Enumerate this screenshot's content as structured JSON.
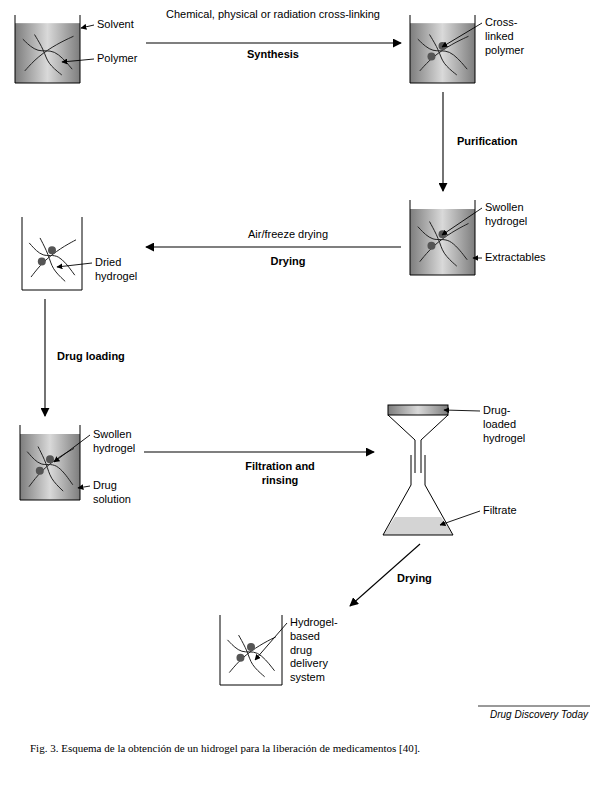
{
  "diagram": {
    "caption": "Fig. 3. Esquema de la obtención de un hidrogel para la liberación de medicamentos [40].",
    "nodes": [
      {
        "text": [
          "Solvent",
          "Polymer"
        ]
      },
      {
        "text": [
          "Cross-linked polymer"
        ]
      },
      {
        "text": [
          "Swollen hydrogel",
          "Extractables"
        ]
      },
      {
        "text": [
          "Dried hydrogel"
        ]
      },
      {
        "text": [
          "Swollen hydrogel",
          "Drug solution"
        ]
      },
      {
        "text": [
          "Drug-loaded hydrogel",
          "Filtrate"
        ]
      },
      {
        "text": [
          "Hydrogel-based drug delivery system"
        ]
      }
    ],
    "edges": [
      {
        "from": 0,
        "to": 1,
        "arrow": "to",
        "label": "Synthesis"
      },
      {
        "from": 1,
        "to": 2,
        "arrow": "to",
        "label": "Purification"
      },
      {
        "from": 2,
        "to": 3,
        "arrow": "to",
        "label": "Drying"
      },
      {
        "from": 3,
        "to": 4,
        "arrow": "to",
        "label": "Drug loading"
      },
      {
        "from": 4,
        "to": 5,
        "arrow": "to",
        "label": "Filtration and rinsing"
      },
      {
        "from": 5,
        "to": 6,
        "arrow": "to",
        "label": "Drying"
      }
    ],
    "labels": [
      "Chemical, physical or radiation cross-linking",
      "Air/freeze drying",
      "Drug Discovery Today"
    ]
  }
}
